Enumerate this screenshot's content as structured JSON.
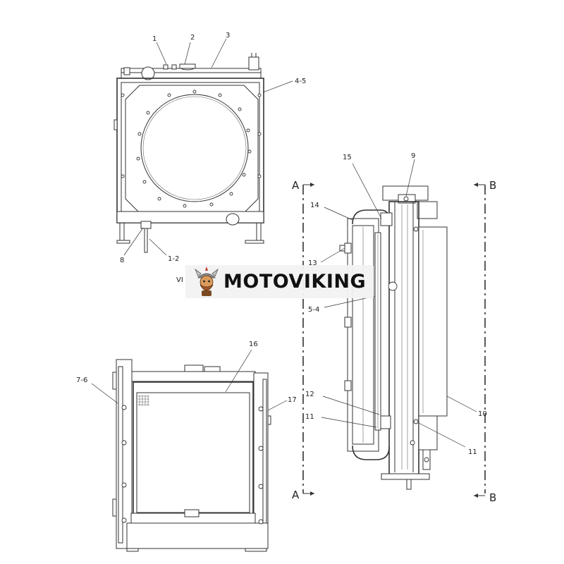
{
  "callouts": {
    "c1": "1",
    "c2": "2",
    "c3": "3",
    "c45": "4-5",
    "c8": "8",
    "c12a": "1-2",
    "c15": "15",
    "c9": "9",
    "c14": "14",
    "c13": "13",
    "c54": "5-4",
    "c12": "12",
    "c11a": "11",
    "c10": "10",
    "c11b": "11",
    "c76": "7-6",
    "c16": "16",
    "c17": "17"
  },
  "views": {
    "view_label": "VI",
    "section_a_top": "A",
    "section_a_bottom": "A",
    "section_b_top": "B",
    "section_b_bottom": "B"
  },
  "watermark": {
    "brand": "MOTOVIKING",
    "logo_icon": "viking-mascot-icon"
  }
}
